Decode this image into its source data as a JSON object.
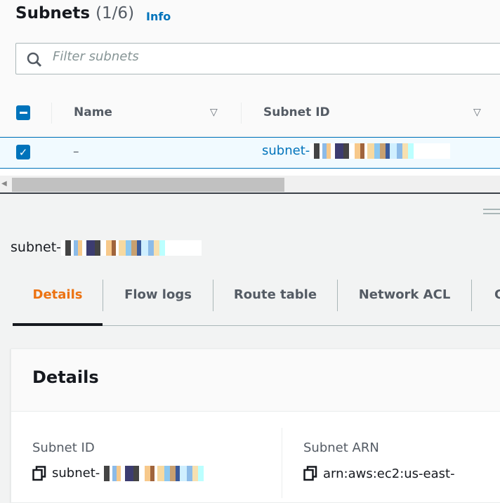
{
  "header": {
    "title": "Subnets",
    "count": "(1/6)",
    "info": "Info"
  },
  "search": {
    "placeholder": "Filter subnets",
    "value": ""
  },
  "table": {
    "columns": [
      {
        "label": "Name"
      },
      {
        "label": "Subnet ID"
      }
    ],
    "rows": [
      {
        "selected": true,
        "name": "–",
        "subnet_id": "subnet-"
      }
    ]
  },
  "detail": {
    "title": "subnet-",
    "tabs": [
      {
        "label": "Details",
        "active": true
      },
      {
        "label": "Flow logs"
      },
      {
        "label": "Route table"
      },
      {
        "label": "Network ACL"
      },
      {
        "label": "C"
      }
    ],
    "card": {
      "title": "Details",
      "fields": [
        {
          "label": "Subnet ID",
          "value": "subnet-",
          "icon": "copy-icon"
        },
        {
          "label": "Subnet ARN",
          "value": "arn:aws:ec2:us-east-",
          "icon": "copy-icon"
        }
      ]
    }
  },
  "colors": {
    "accent": "#0073bb",
    "active_tab": "#ec7211"
  }
}
